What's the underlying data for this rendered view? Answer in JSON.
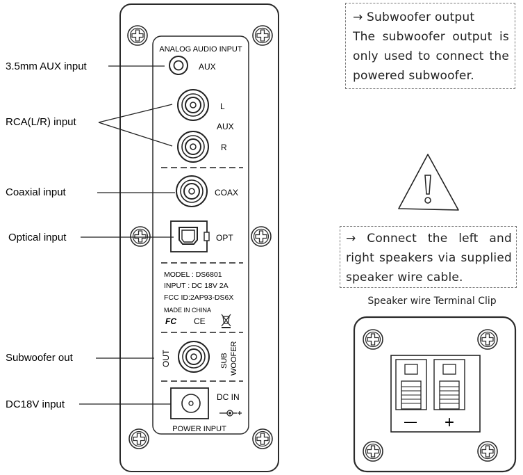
{
  "callouts": {
    "aux": "3.5mm AUX input",
    "rca": "RCA(L/R) input",
    "coaxial": "Coaxial input",
    "optical": "Optical input",
    "subwoofer": "Subwoofer out",
    "dc": "DC18V input"
  },
  "panel": {
    "analog_title": "ANALOG AUDIO INPUT",
    "aux_label": "AUX",
    "l_label": "L",
    "aux_mid_label": "AUX",
    "r_label": "R",
    "coax_label": "COAX",
    "opt_label": "OPT",
    "model": "MODEL : DS6801",
    "input_rating": "INPUT : DC 18V 2A",
    "fcc_id": "FCC ID:2AP93-DS6X",
    "made_in": "MADE IN CHINA",
    "fc_mark": "FC",
    "ce_mark": "CE",
    "out_label": "OUT",
    "sub_label": "SUB",
    "woofer_label": "WOOFER",
    "dc_in_label": "DC IN",
    "power_input_label": "POWER INPUT"
  },
  "notes": {
    "subwoofer_title": "→ Subwoofer output",
    "subwoofer_lines": [
      "The subwoofer output is",
      "only used to connect the",
      "powered  subwoofer."
    ],
    "speaker_lines": [
      "→  Connect the left and",
      "right speakers via supplied",
      "speaker wire cable."
    ]
  },
  "terminal": {
    "title": "Speaker wire Terminal Clip",
    "minus": "—",
    "plus": "+"
  }
}
